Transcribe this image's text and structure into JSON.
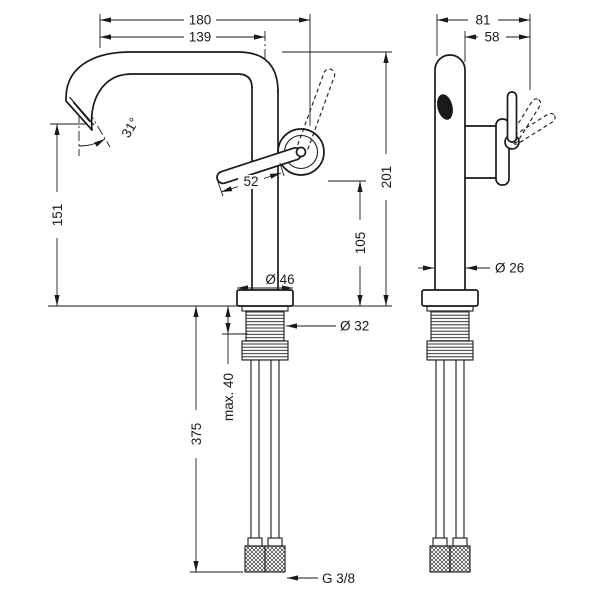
{
  "colors": {
    "ink": "#1a1a1a",
    "background": "#ffffff"
  },
  "left_view": {
    "dim_width_total": "180",
    "dim_width_spout": "139",
    "dim_height_spout_outlet": "151",
    "dim_height_total": "201",
    "dim_height_handle": "105",
    "dim_handle_length": "52",
    "angle_spray": "31°",
    "dia_base": "Ø 46",
    "dia_shank": "Ø 32",
    "dim_hose_length": "375",
    "dim_max_mounting": "max. 40",
    "thread_label": "G 3/8"
  },
  "right_view": {
    "dim_depth_total": "81",
    "dim_depth_handle": "58",
    "dia_body": "Ø 26"
  }
}
